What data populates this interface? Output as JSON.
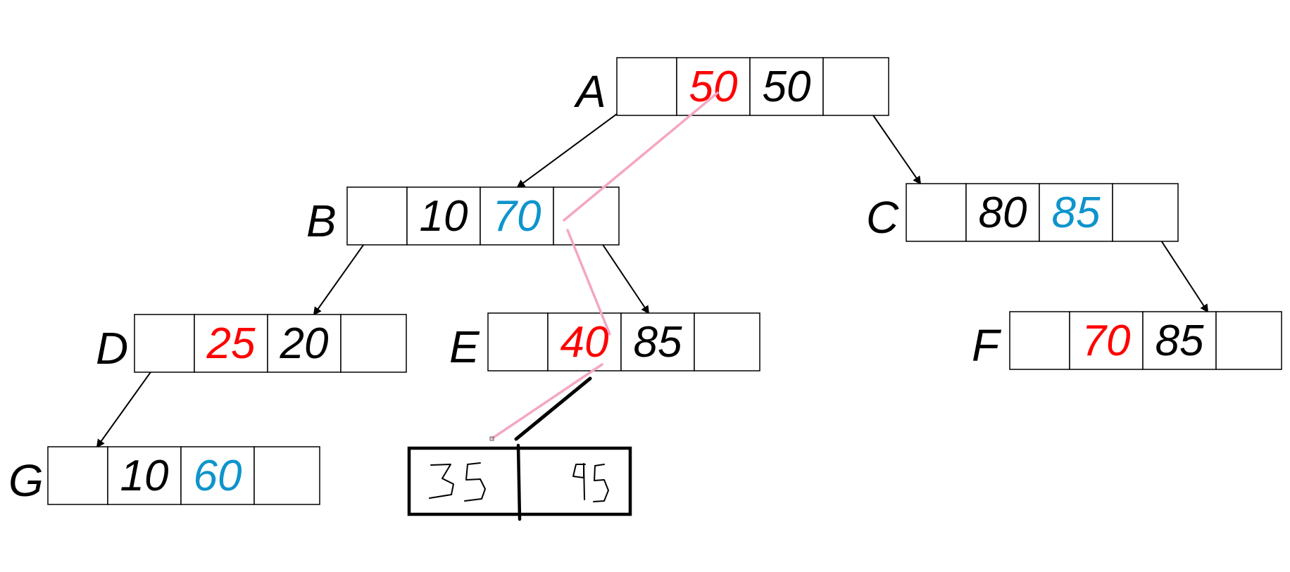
{
  "colors": {
    "red": "#ff0000",
    "blue": "#0e94cc",
    "black": "#000000",
    "pink": "#f4a6c4"
  },
  "nodes": [
    {
      "id": "A",
      "label": "A",
      "keys": [
        {
          "text": "50",
          "color": "red"
        },
        {
          "text": "50",
          "color": "black"
        }
      ]
    },
    {
      "id": "B",
      "label": "B",
      "keys": [
        {
          "text": "10",
          "color": "black"
        },
        {
          "text": "70",
          "color": "blue"
        }
      ]
    },
    {
      "id": "C",
      "label": "C",
      "keys": [
        {
          "text": "80",
          "color": "black"
        },
        {
          "text": "85",
          "color": "blue"
        }
      ]
    },
    {
      "id": "D",
      "label": "D",
      "keys": [
        {
          "text": "25",
          "color": "red"
        },
        {
          "text": "20",
          "color": "black"
        }
      ]
    },
    {
      "id": "E",
      "label": "E",
      "keys": [
        {
          "text": "40",
          "color": "red"
        },
        {
          "text": "85",
          "color": "black"
        }
      ]
    },
    {
      "id": "F",
      "label": "F",
      "keys": [
        {
          "text": "70",
          "color": "red"
        },
        {
          "text": "85",
          "color": "black"
        }
      ]
    },
    {
      "id": "G",
      "label": "G",
      "keys": [
        {
          "text": "10",
          "color": "black"
        },
        {
          "text": "60",
          "color": "blue"
        }
      ]
    }
  ],
  "edges": [
    {
      "from": "A",
      "to": "B",
      "side": "left"
    },
    {
      "from": "A",
      "to": "C",
      "side": "right"
    },
    {
      "from": "B",
      "to": "D",
      "side": "left"
    },
    {
      "from": "B",
      "to": "E",
      "side": "right"
    },
    {
      "from": "C",
      "to": "F",
      "side": "right"
    },
    {
      "from": "D",
      "to": "G",
      "side": "left"
    }
  ],
  "handwritten_node": {
    "keys": [
      "35",
      "95"
    ]
  }
}
